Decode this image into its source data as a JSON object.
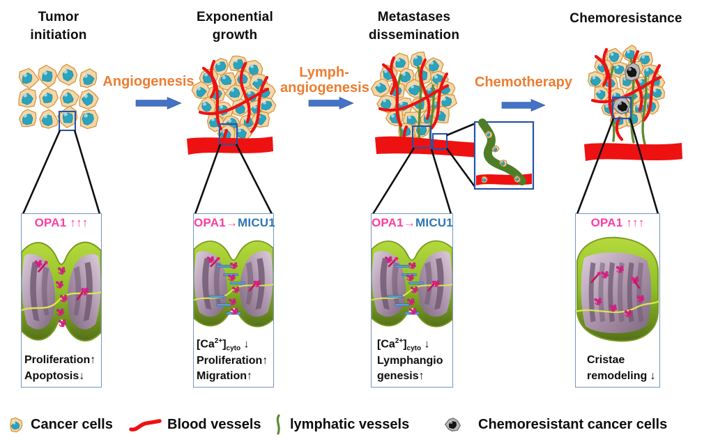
{
  "colors": {
    "accent_orange": "#ED7D31",
    "arrow_blue": "#4472C4",
    "opa1_pink": "#FB3EA1",
    "micu1_blue": "#2E75B6",
    "vessel_red": "#EE1111",
    "lymph_green": "#5E8C32",
    "panel_border": "#7396BF",
    "text": "#111111"
  },
  "stages": [
    {
      "title": "Tumor\ninitiation"
    },
    {
      "title": "Exponential\ngrowth"
    },
    {
      "title": "Metastases\ndissemination"
    },
    {
      "title": "Chemoresistance"
    }
  ],
  "processes": [
    {
      "label": "Angiogenesis"
    },
    {
      "label": "Lymph-\nangiogenesis"
    },
    {
      "label": "Chemotherapy"
    }
  ],
  "panels": [
    {
      "title_pink": "OPA1 ↑↑↑",
      "title_blue": "",
      "lines": [
        "Proliferation↑",
        "Apoptosis↓"
      ]
    },
    {
      "title_pink": "OPA1→",
      "title_blue": "MICU1",
      "ca": {
        "pre": "[Ca",
        "sup": "2+",
        "close": "]",
        "sub": "cyto",
        "post": " ↓"
      },
      "lines": [
        "Proliferation↑",
        "Migration↑"
      ]
    },
    {
      "title_pink": "OPA1→",
      "title_blue": "MICU1",
      "ca": {
        "pre": "[Ca",
        "sup": "2+",
        "close": "]",
        "sub": "cyto",
        "post": " ↓"
      },
      "lines": [
        "Lymphangio",
        "genesis↑"
      ]
    },
    {
      "title_pink": "OPA1 ↑↑↑",
      "title_blue": "",
      "lines": [
        "Cristae",
        "remodeling ↓"
      ]
    }
  ],
  "legend": {
    "items": [
      {
        "icon": "cancer-cell-icon",
        "label": "Cancer cells"
      },
      {
        "icon": "blood-vessel-icon",
        "label": "Blood vessels"
      },
      {
        "icon": "lymphatic-vessel-icon",
        "label": "lymphatic vessels"
      },
      {
        "icon": "chemoresistant-cell-icon",
        "label": "Chemoresistant cancer cells"
      }
    ]
  }
}
